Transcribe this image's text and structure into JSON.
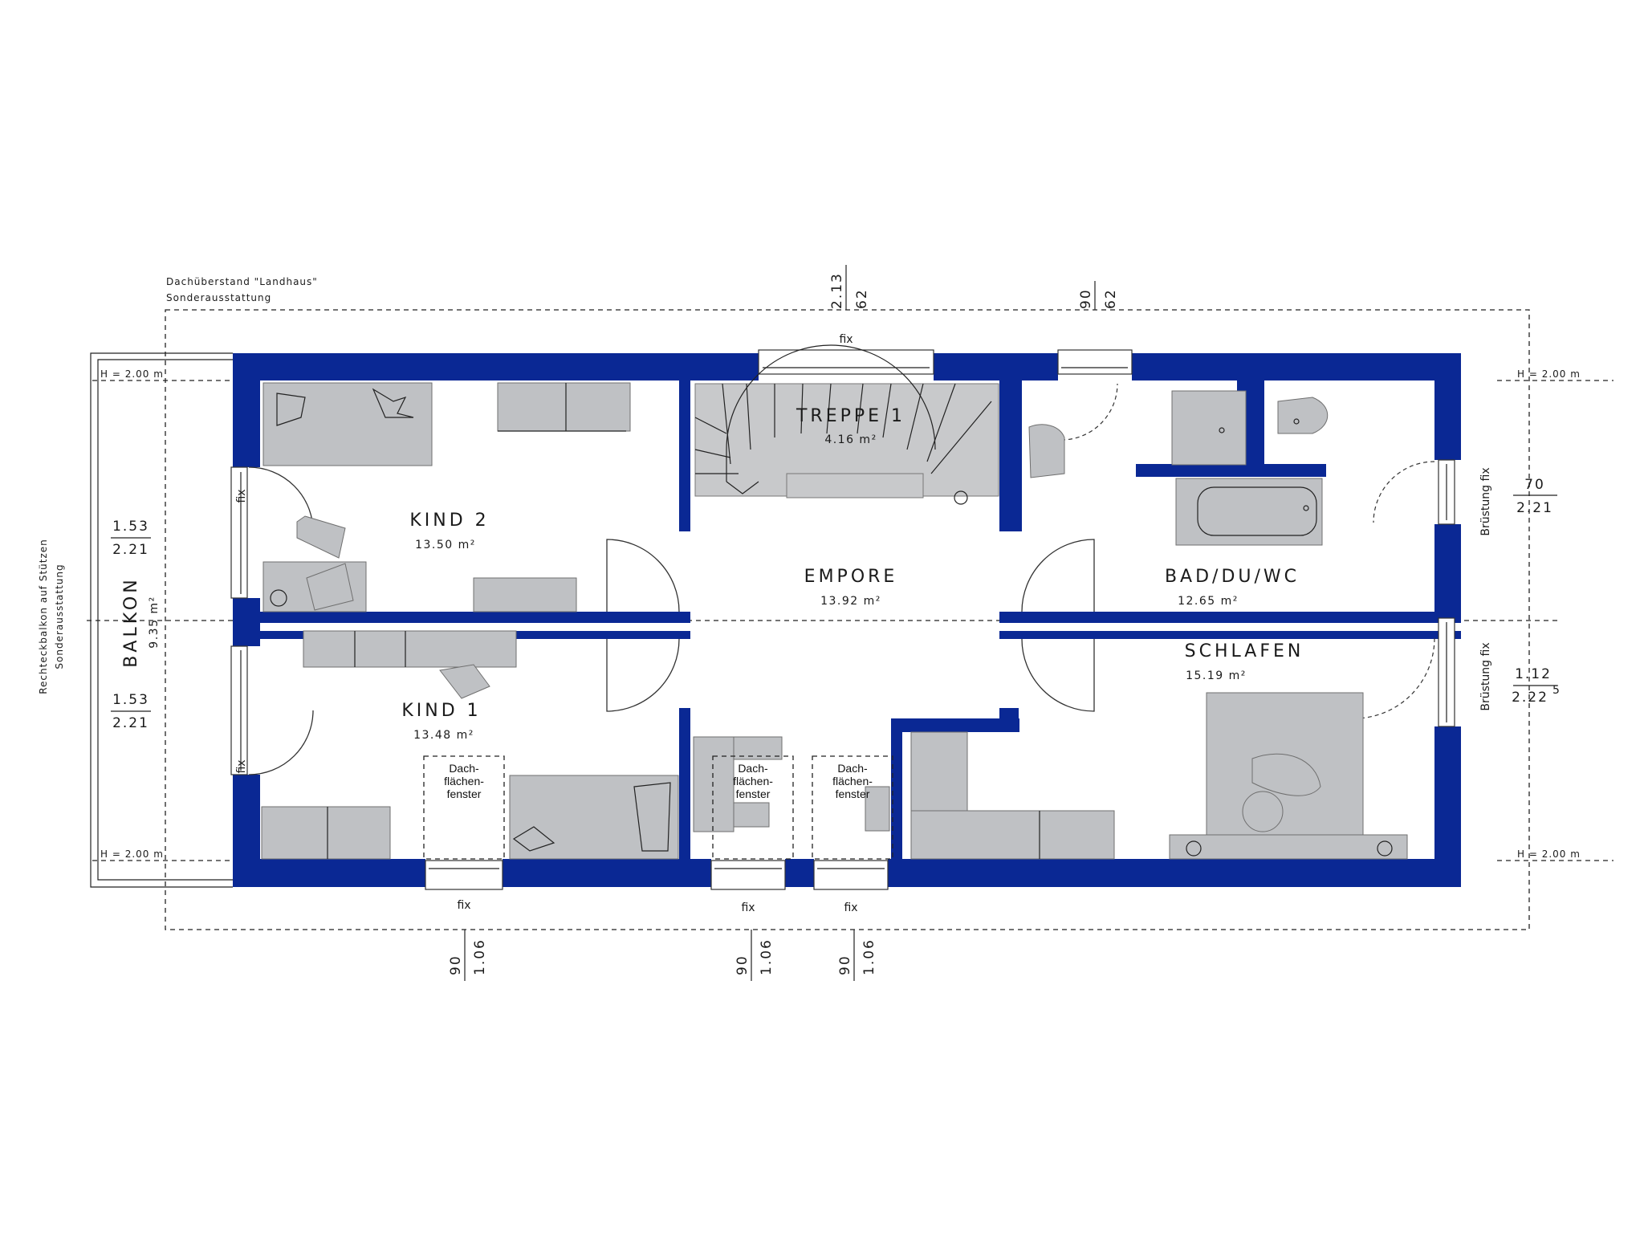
{
  "annotations": {
    "roof_overhang": "Dachüberstand \"Landhaus\"",
    "roof_overhang_sub": "Sonderausstattung",
    "balcony_note": "Rechteckbalkon auf Stützen",
    "balcony_note_sub": "Sonderausstattung"
  },
  "rooms": {
    "kind2": {
      "name": "KIND 2",
      "area": "13.50 m²"
    },
    "kind1": {
      "name": "KIND 1",
      "area": "13.48 m²"
    },
    "treppe": {
      "name": "TREPPE 1",
      "area": "4.16 m²"
    },
    "empore": {
      "name": "EMPORE",
      "area": "13.92 m²"
    },
    "bad": {
      "name": "BAD/DU/WC",
      "area": "12.65 m²"
    },
    "schlafen": {
      "name": "SCHLAFEN",
      "area": "15.19 m²"
    },
    "balkon": {
      "name": "BALKON",
      "area": "9.35 m²"
    }
  },
  "heights": {
    "top_left": "H = 2.00 m",
    "bottom_left": "H = 2.00 m",
    "top_right": "H = 2.00 m",
    "bottom_right": "H = 2.00 m"
  },
  "windows": {
    "fix_label": "fix",
    "bruestung_fix": "Brüstung fix",
    "skylight_line1": "Dach-",
    "skylight_line2": "flächen-",
    "skylight_line3": "fenster"
  },
  "dimensions": {
    "top_1_a": "2.13",
    "top_1_b": "62",
    "top_2_a": "90",
    "top_2_b": "62",
    "left_1_top": "1.53",
    "left_1_bottom": "2.21",
    "left_2_top": "1.53",
    "left_2_bottom": "2.21",
    "right_1_top": "70",
    "right_1_bottom": "2.21",
    "right_2_top": "1.12",
    "right_2_bottom": "2.22",
    "right_2_sup": "5",
    "bottom_a": "90",
    "bottom_b": "1.06"
  }
}
